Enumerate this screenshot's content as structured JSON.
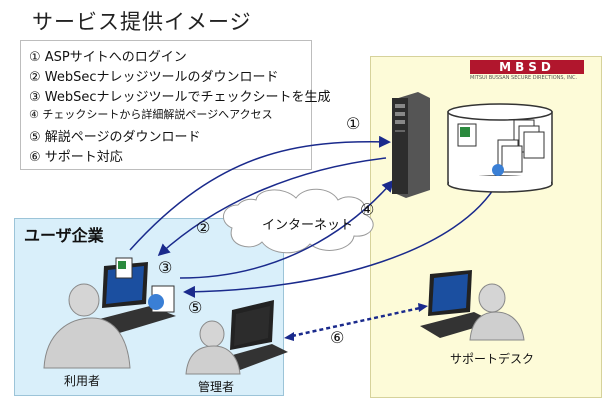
{
  "title": "サービス提供イメージ",
  "steps": [
    "① ASPサイトへのログイン",
    "② WebSecナレッジツールのダウンロード",
    "③ WebSecナレッジツールでチェックシートを生成",
    "④ チェックシートから詳細解説ページへアクセス",
    "⑤ 解説ページのダウンロード",
    "⑥ サポート対応"
  ],
  "user_company": "ユーザ企業",
  "internet": "インターネット",
  "mbsd_logo": "MBSD",
  "mbsd_sub": "MITSUI BUSSAN SECURE DIRECTIONS, INC.",
  "roles": {
    "user": "利用者",
    "admin": "管理者",
    "support": "サポートデスク"
  },
  "markers": {
    "m1": "①",
    "m2": "②",
    "m3": "③",
    "m4": "④",
    "m5": "⑤",
    "m6": "⑥"
  },
  "colors": {
    "arrow": "#1a2a8c",
    "user_bg": "#d9effa",
    "mbsd_bg": "#fdfbd8",
    "logo": "#b1162d"
  }
}
